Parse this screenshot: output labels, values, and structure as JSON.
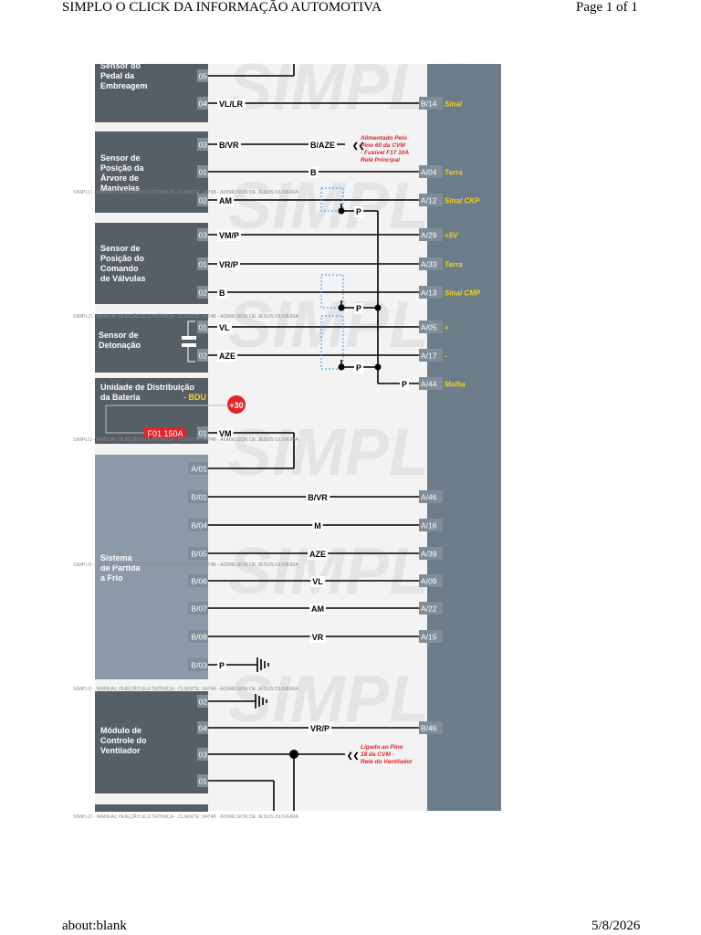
{
  "header": {
    "title": "SIMPLO O CLICK DA INFORMAÇÃO AUTOMOTIVA",
    "page": "Page 1 of 1"
  },
  "footer": {
    "url": "about:blank",
    "date": "5/8/2026"
  },
  "colors": {
    "component_box": "#565f66",
    "cold_start_box": "#8c9aa8",
    "ecu_bar": "#6d7c89",
    "pin_tag": "#7f8d99",
    "signal_text": "#f2d21a",
    "note_red": "#e0242a",
    "shield": "#3d9ad6"
  },
  "watermark": {
    "logo_text": "SIMPLO",
    "notice": "SIMPLO - MANUAL INJEÇÃO ELETRÔNICA - CLIENTE: 34748 - ADIMILSON DE JESUS OLIVEIRA"
  },
  "components": [
    {
      "id": "clutch",
      "label": "Sensor do\nPedal da\nEmbreagem"
    },
    {
      "id": "ckp",
      "label": "Sensor de\nPosição da\nÁrvore de\nManivelas"
    },
    {
      "id": "cmp",
      "label": "Sensor de\nPosição do\nComando\nde Válvulas"
    },
    {
      "id": "knock",
      "label": "Sensor de\nDetonação"
    },
    {
      "id": "bdu",
      "label": "Unidade de Distribuição\nda Bateria",
      "label_highlight": "- BDU",
      "fuse": "F01 150A",
      "supply": "+30"
    },
    {
      "id": "coldstart",
      "label": "Sistema\nde Partida\na Frio"
    },
    {
      "id": "fan",
      "label": "Módulo de\nControle do\nVentilador"
    }
  ],
  "wires": [
    {
      "group": "clutch",
      "pin": "05",
      "wire": "",
      "ecu_pin": "",
      "signal": ""
    },
    {
      "group": "clutch",
      "pin": "04",
      "wire": "VL/LR",
      "ecu_pin": "B/14",
      "signal": "Sinal"
    },
    {
      "group": "ckp",
      "pin": "03",
      "wire": "B/VR",
      "wire2": "B/AZE",
      "ecu_pin": "",
      "signal": ""
    },
    {
      "group": "ckp",
      "pin": "01",
      "wire": "B",
      "ecu_pin": "A/04",
      "signal": "Terra"
    },
    {
      "group": "ckp",
      "pin": "02",
      "wire": "AM",
      "ecu_pin": "A/12",
      "signal": "Sinal CKP"
    },
    {
      "group": "cmp",
      "pin": "03",
      "wire": "VM/P",
      "ecu_pin": "A/29",
      "signal": "+5V"
    },
    {
      "group": "cmp",
      "pin": "01",
      "wire": "VR/P",
      "ecu_pin": "A/33",
      "signal": "Terra"
    },
    {
      "group": "cmp",
      "pin": "02",
      "wire": "B",
      "ecu_pin": "A/13",
      "signal": "Sinal CMP"
    },
    {
      "group": "knock",
      "pin": "01",
      "wire": "VL",
      "ecu_pin": "A/05",
      "signal": "+"
    },
    {
      "group": "knock",
      "pin": "02",
      "wire": "AZE",
      "ecu_pin": "A/17",
      "signal": "-"
    },
    {
      "group": "shield",
      "pin": "",
      "wire": "P",
      "ecu_pin": "A/44",
      "signal": "Malha"
    },
    {
      "group": "bdu",
      "pin": "01",
      "wire": "VM",
      "ecu_pin": "",
      "signal": ""
    },
    {
      "group": "coldstart",
      "pin": "A/01",
      "wire": "",
      "ecu_pin": "",
      "signal": ""
    },
    {
      "group": "coldstart",
      "pin": "B/01",
      "wire": "B/VR",
      "ecu_pin": "A/46",
      "signal": ""
    },
    {
      "group": "coldstart",
      "pin": "B/04",
      "wire": "M",
      "ecu_pin": "A/16",
      "signal": ""
    },
    {
      "group": "coldstart",
      "pin": "B/05",
      "wire": "AZE",
      "ecu_pin": "A/39",
      "signal": ""
    },
    {
      "group": "coldstart",
      "pin": "B/06",
      "wire": "VL",
      "ecu_pin": "A/09",
      "signal": ""
    },
    {
      "group": "coldstart",
      "pin": "B/07",
      "wire": "AM",
      "ecu_pin": "A/22",
      "signal": ""
    },
    {
      "group": "coldstart",
      "pin": "B/08",
      "wire": "VR",
      "ecu_pin": "A/15",
      "signal": ""
    },
    {
      "group": "coldstart",
      "pin": "B/03",
      "wire": "P",
      "ecu_pin": "",
      "signal": ""
    },
    {
      "group": "fan",
      "pin": "02",
      "wire": "",
      "ecu_pin": "",
      "signal": ""
    },
    {
      "group": "fan",
      "pin": "04",
      "wire": "VR/P",
      "ecu_pin": "B/46",
      "signal": ""
    },
    {
      "group": "fan",
      "pin": "03",
      "wire": "",
      "ecu_pin": "",
      "signal": ""
    },
    {
      "group": "fan",
      "pin": "01",
      "wire": "",
      "ecu_pin": "",
      "signal": ""
    }
  ],
  "shield_wire_labels": [
    "P",
    "P",
    "P"
  ],
  "notes": [
    {
      "id": "note-cvm60",
      "text": "Alimentado Pelo\nPino 60 da CVM\n- Fusível F17 10A\nRelé Principal"
    },
    {
      "id": "note-cvm18",
      "text": "Ligado ao Pino\n18 da CVM -\nRelé do Ventilador"
    }
  ]
}
